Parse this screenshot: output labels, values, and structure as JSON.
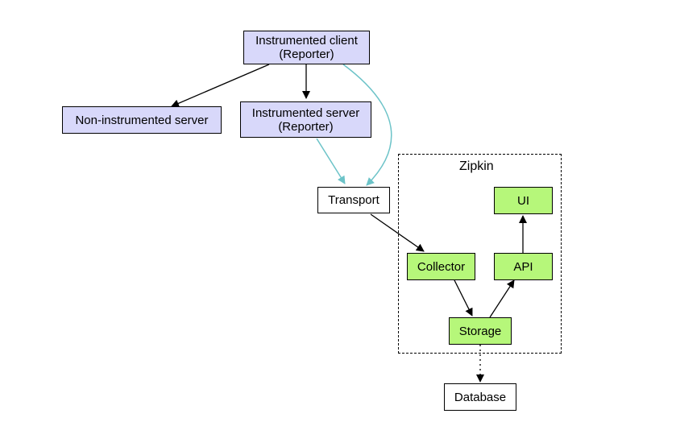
{
  "cluster": {
    "label": "Zipkin"
  },
  "nodes": {
    "client": {
      "line1": "Instrumented client",
      "line2": "(Reporter)"
    },
    "noninst": {
      "line1": "Non-instrumented server"
    },
    "server": {
      "line1": "Instrumented server",
      "line2": "(Reporter)"
    },
    "transport": {
      "line1": "Transport"
    },
    "ui": {
      "line1": "UI"
    },
    "collector": {
      "line1": "Collector"
    },
    "api": {
      "line1": "API"
    },
    "storage": {
      "line1": "Storage"
    },
    "database": {
      "line1": "Database"
    }
  },
  "colors": {
    "reporter_fill": "#d8d8fa",
    "zipkin_fill": "#b6f77a",
    "plain_fill": "#ffffff",
    "span_edge": "#6cc3c8",
    "edge": "#000000"
  }
}
